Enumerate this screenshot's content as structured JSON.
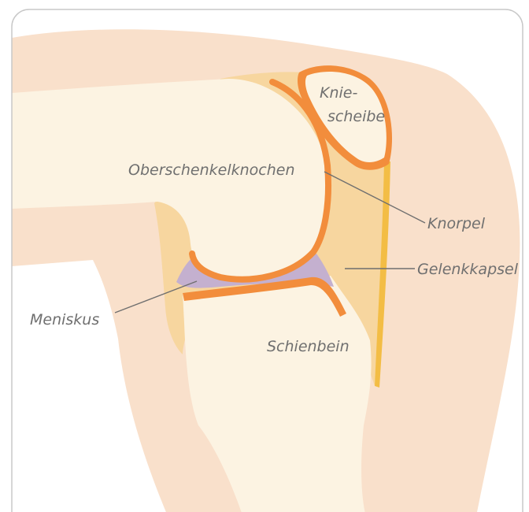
{
  "labels": {
    "patella_line1": "Knie-",
    "patella_line2": "scheibe",
    "femur": "Oberschenkelknochen",
    "cartilage": "Knorpel",
    "capsule": "Gelenkkapsel",
    "meniscus": "Meniskus",
    "tibia": "Schienbein"
  },
  "colors": {
    "skin": "#f9e0cb",
    "bone": "#fcf3e2",
    "capsule": "#f7d69f",
    "cartilage": "#f28d3c",
    "meniscus": "#c4b0cf",
    "ligament": "#f3bd45",
    "frame": "#c8c8c8",
    "leader": "#6f6f6f",
    "text": "#6f6f6f"
  }
}
